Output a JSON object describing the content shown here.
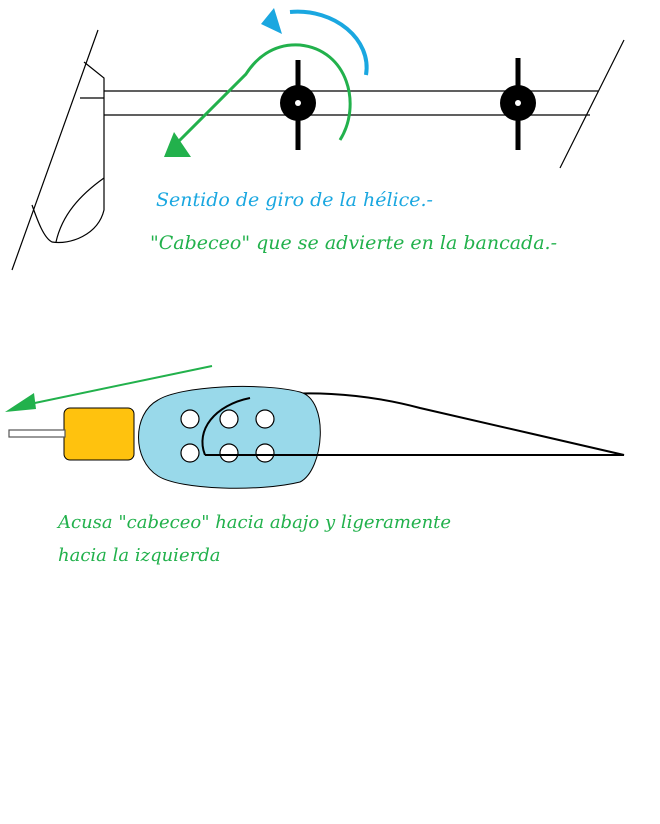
{
  "labels": {
    "rotation": "Sentido de giro de la hélice.-",
    "pitch": "\"Cabeceo\" que se advierte en la bancada.-",
    "result_line1": "Acusa \"cabeceo\" hacia abajo y ligeramente",
    "result_line2": "hacia la izquierda"
  },
  "colors": {
    "rotation_arrow": "#1aa7e0",
    "pitch_arrow": "#22b14c",
    "label_rotation": "#1aa7e0",
    "label_pitch": "#22b14c",
    "motor_body": "#99d9ea",
    "motor_cap": "#ffc20e",
    "outline": "#000000"
  },
  "icons": {
    "rotation": "curved-arrow-icon",
    "pitch": "pitch-arrow-icon"
  }
}
